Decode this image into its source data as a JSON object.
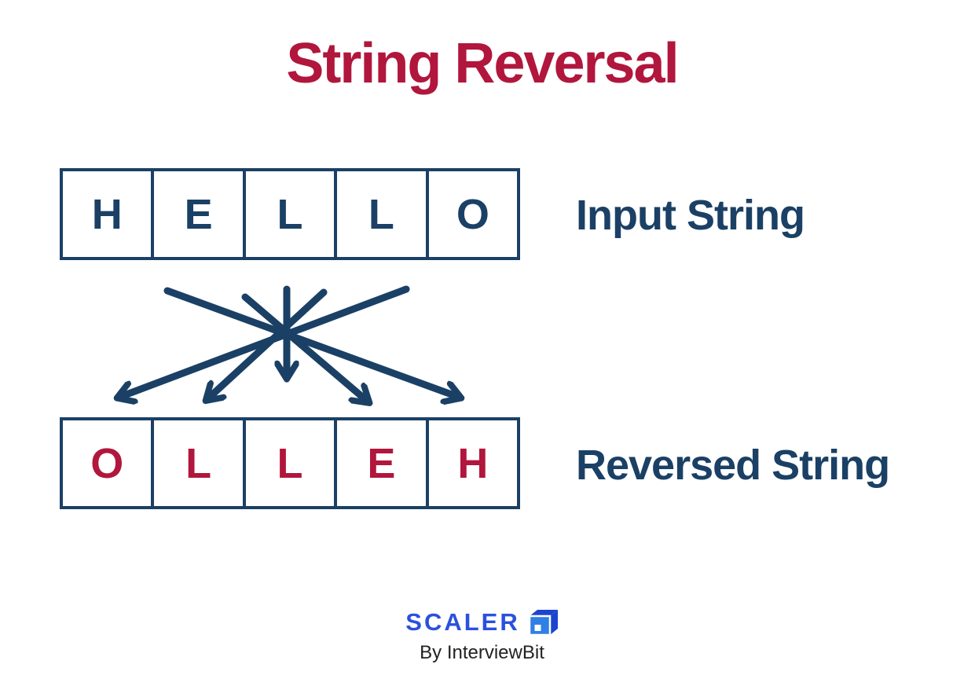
{
  "title": "String Reversal",
  "colors": {
    "crimson": "#B1163C",
    "navy": "#1B4065",
    "scaler_blue": "#2B50DE",
    "cube_light_blue": "#2F80E4",
    "cube_dark_blue": "#1D44D1",
    "byline_gray": "#222222"
  },
  "input_row": {
    "label": "Input String",
    "cells": [
      "H",
      "E",
      "L",
      "L",
      "O"
    ]
  },
  "reversed_row": {
    "label": "Reversed String",
    "cells": [
      "O",
      "L",
      "L",
      "E",
      "H"
    ]
  },
  "arrows": {
    "mapping": [
      "H to position 5",
      "E to position 4",
      "L to position 3",
      "L to position 2",
      "O to position 1"
    ]
  },
  "footer": {
    "brand": "SCALER",
    "byline": "By InterviewBit",
    "logo_icon": "scaler-cube-icon"
  }
}
